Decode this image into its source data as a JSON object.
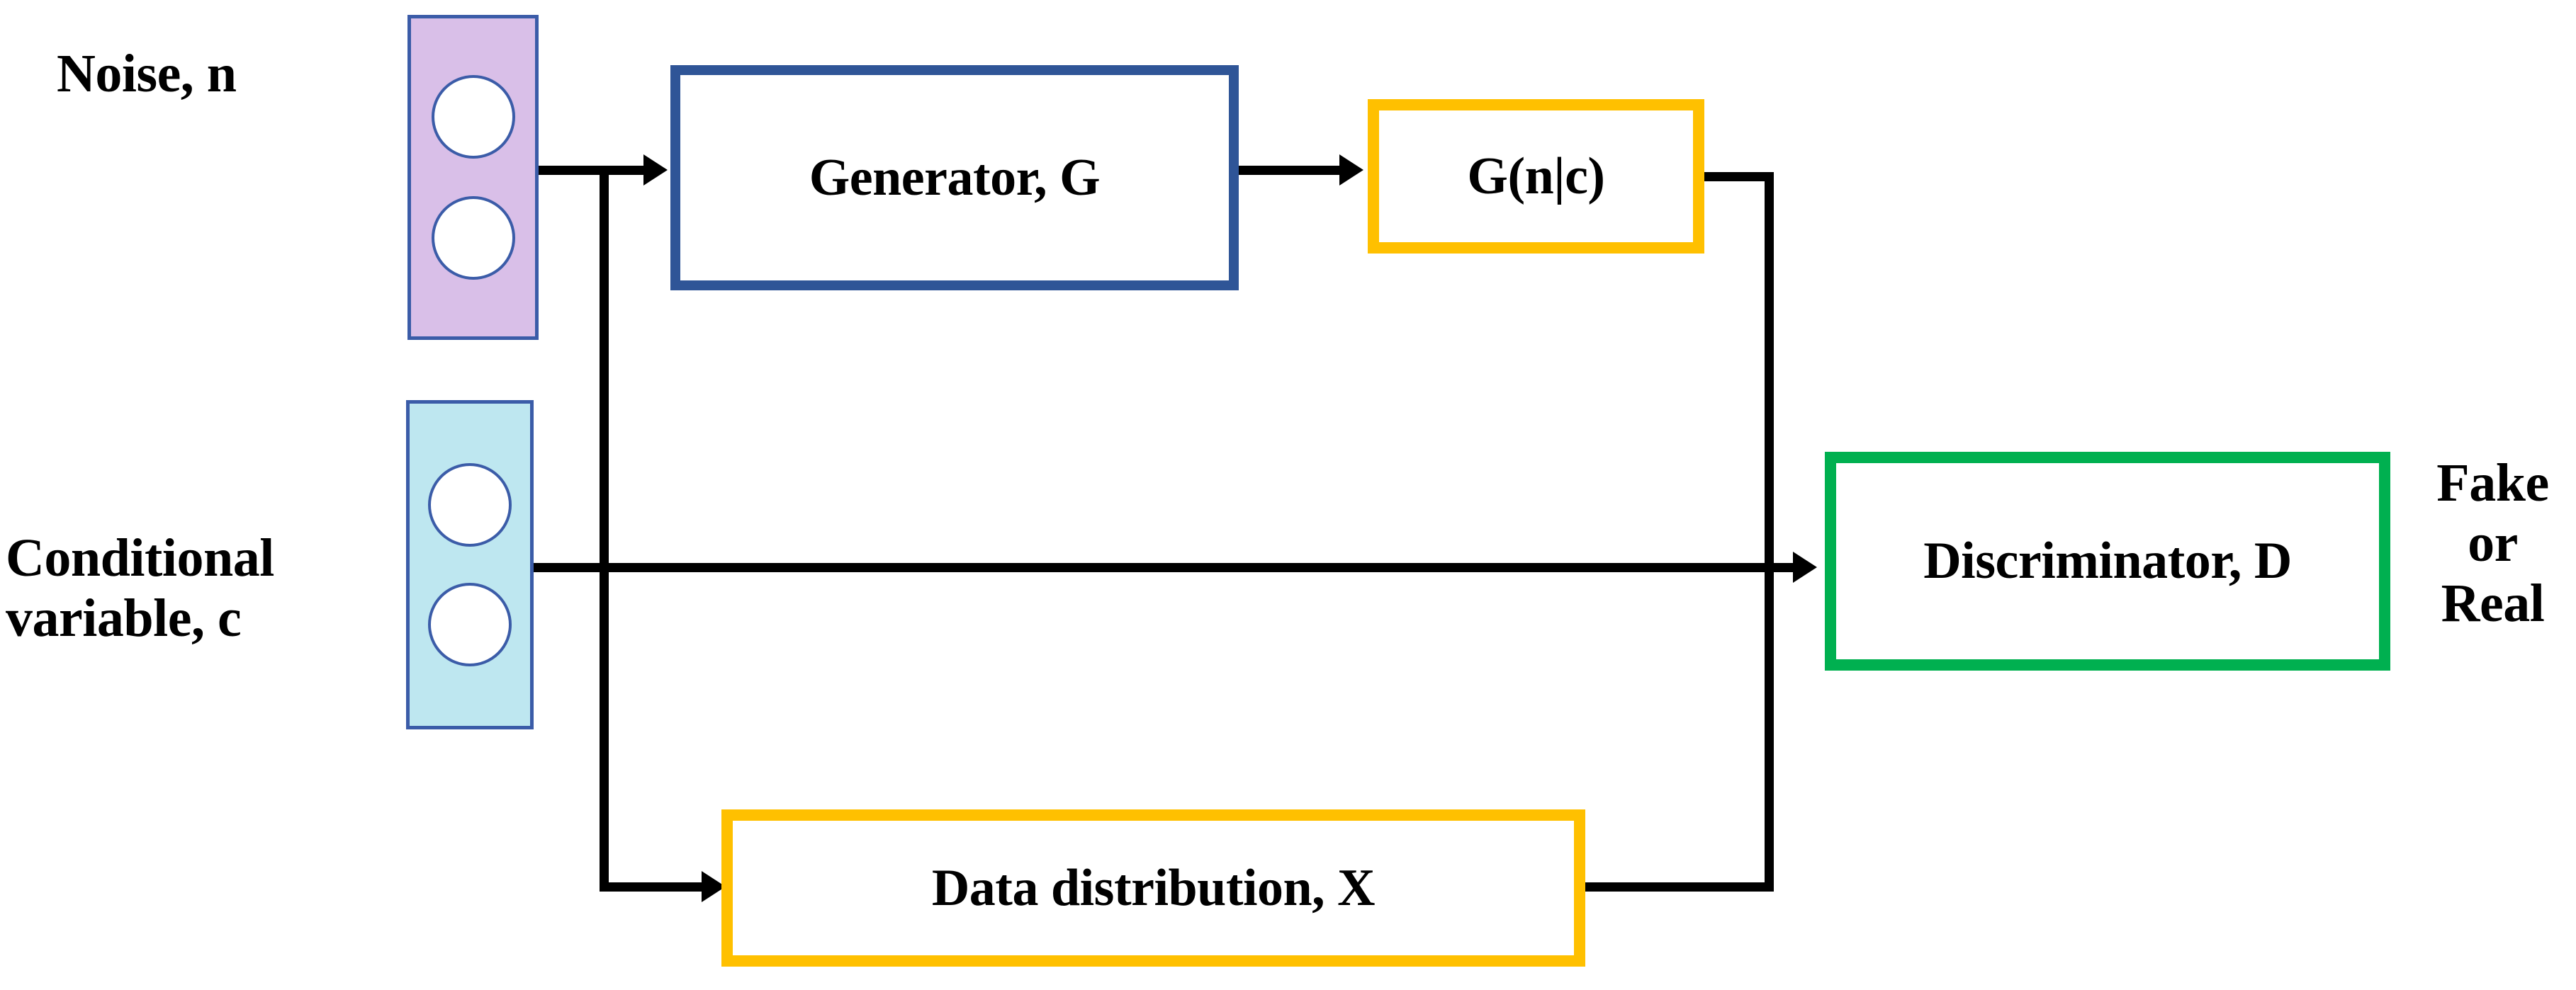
{
  "diagram": {
    "title": "Conditional GAN architecture block diagram",
    "background_color": "#FFFFFF"
  },
  "inputs": [
    {
      "id": "noise",
      "label": "Noise, n",
      "vector_fill": "#D9BFE8",
      "vector_border": "#3B5CA8",
      "node_count": 2
    },
    {
      "id": "conditional-variable",
      "label": "Conditional\nvariable, c",
      "vector_fill": "#BEE7F0",
      "vector_border": "#3B5CA8",
      "node_count": 2
    }
  ],
  "blocks": [
    {
      "id": "generator",
      "label": "Generator, G",
      "border_color": "#2F5597"
    },
    {
      "id": "gnc",
      "label": "G(n|c)",
      "border_color": "#FFC000"
    },
    {
      "id": "data",
      "label": "Data distribution, X",
      "border_color": "#FFC000"
    },
    {
      "id": "discriminator",
      "label": "Discriminator, D",
      "border_color": "#00B050"
    }
  ],
  "output": {
    "id": "verdict",
    "label": "Fake\nor\nReal"
  },
  "connections": [
    {
      "from": "noise",
      "to": "generator",
      "style": "arrow"
    },
    {
      "from": "noise",
      "to": "data",
      "style": "arrow"
    },
    {
      "from": "generator",
      "to": "gnc",
      "style": "arrow"
    },
    {
      "from": "conditional-variable",
      "to": "discriminator",
      "style": "arrow"
    },
    {
      "from": "gnc",
      "to": "discriminator",
      "style": "elbow"
    },
    {
      "from": "data",
      "to": "discriminator",
      "style": "elbow"
    }
  ],
  "colors": {
    "line": "#000000",
    "blue": "#2F5597",
    "node_blue": "#3B5CA8",
    "yellow": "#FFC000",
    "green": "#00B050",
    "purple": "#D9BFE8",
    "cyan": "#BEE7F0"
  }
}
